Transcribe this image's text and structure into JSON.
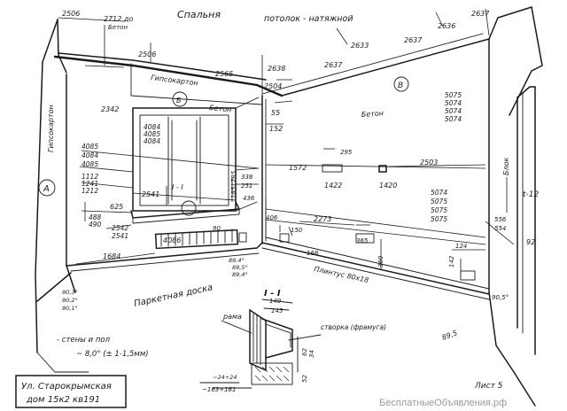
{
  "title": "Спальня",
  "ceiling_note": "потолок - натяжной",
  "materials": {
    "gypsum_top": "Гипсокартон",
    "gypsum_left": "Гипсокартон",
    "concrete_top": "Бетон",
    "concrete_window": "Бетон",
    "concrete_right": "Бетон",
    "concrete_pillar": "Бетон",
    "brick": "Блок",
    "parquet": "Паркетная доска",
    "plinth": "Плинтус 80x18"
  },
  "walls": {
    "a": "А",
    "b": "Б",
    "v": "В"
  },
  "top_dims": {
    "d2506_a": "2506",
    "d2712": "2712 до",
    "d2506_b": "2506",
    "d2565": "2565",
    "d2638": "2638",
    "d2504": "2504",
    "d2637_a": "2637",
    "d2633": "2633",
    "d2637_b": "2637",
    "d2636": "2636",
    "d2637_c": "2637"
  },
  "window_dims": {
    "d2342": "2342",
    "stack_left": [
      "4084",
      "4085",
      "4084"
    ],
    "d55": "55",
    "d152": "152",
    "d2541": "2541",
    "d625": "625",
    "d338": "338",
    "d251": "251",
    "d1851785": "1851785",
    "d436": "436",
    "d90": "90",
    "d4086": "4086"
  },
  "left_dims": {
    "s1": [
      "4085",
      "4084",
      "4085"
    ],
    "s2": [
      "1112",
      "1241",
      "1212"
    ],
    "s3": [
      "488",
      "490",
      "2542",
      "2541"
    ],
    "d1684": "1684"
  },
  "right_dims": {
    "d1572": "1572",
    "d295": "295",
    "d1422": "1422",
    "d1420": "1420",
    "d2503": "2503",
    "upper_stack": [
      "5075",
      "5074",
      "5074",
      "5074"
    ],
    "lower_stack": [
      "5074",
      "5075",
      "5075",
      "5075"
    ],
    "d556": "556",
    "d554": "554",
    "t12": "t-12",
    "d92": "92"
  },
  "floor_dims": {
    "d406": "406",
    "d150": "150",
    "d2273": "2273",
    "d168": "168",
    "d365": "365",
    "d360": "360",
    "d124": "124",
    "d142": "142",
    "ang_a": [
      "89,4°",
      "89,5°",
      "89,4°"
    ],
    "ang_left": [
      "90,3°",
      "90,2°",
      "90,1°"
    ],
    "ang_right": "90,5°",
    "d8915": "89,5"
  },
  "notes": {
    "walls_floor": "- стены и пол",
    "tolerance": "~ 8,0° (± 1-1,5мм)"
  },
  "section": {
    "label": "I - I",
    "label_small": "I - I",
    "frame": "рама",
    "sash": "створка (фрамуга)",
    "d149": "149",
    "d145": "145",
    "d62": "62",
    "d34": "34",
    "d24": "~24÷24",
    "d163": "~163÷161",
    "d52": "52"
  },
  "address": {
    "line1": "Ул. Старокрымская",
    "line2": "дом 15к2 кв191"
  },
  "sheet": "Лист 5",
  "watermark": "БесплатныеОбъявления.рф"
}
